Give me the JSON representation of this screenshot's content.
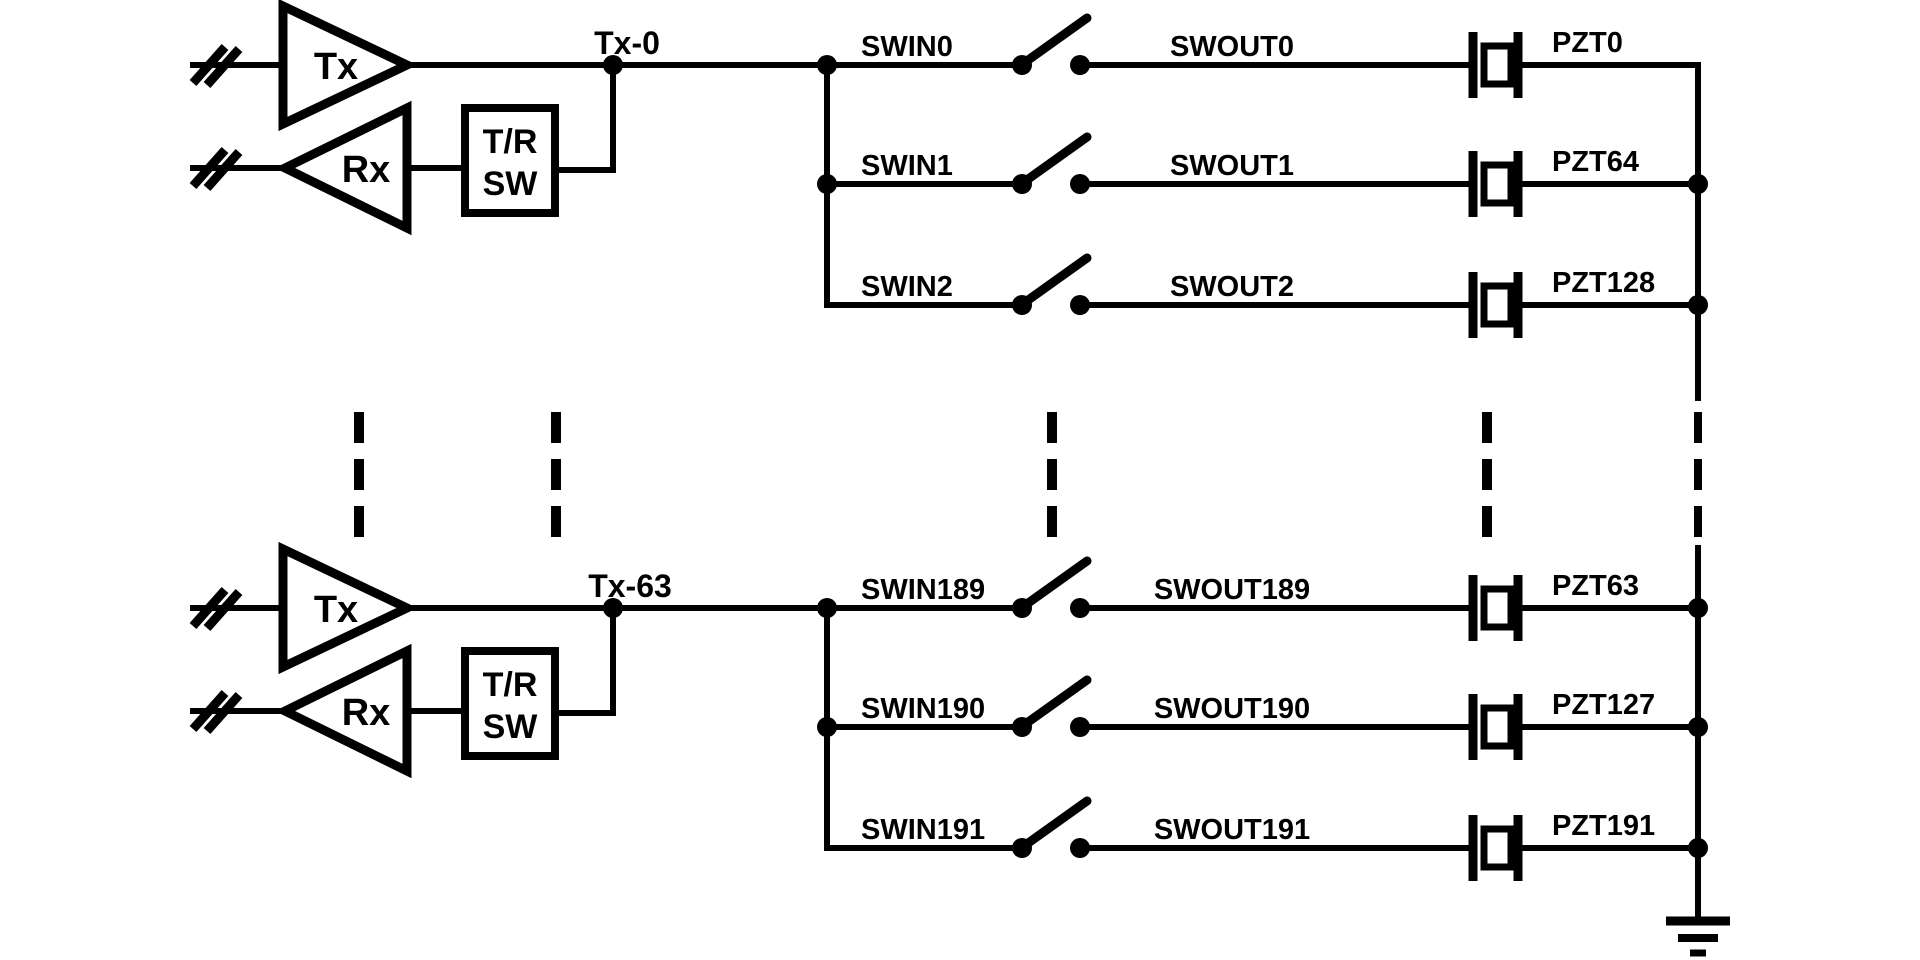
{
  "page": {
    "background_color": "#ffffff",
    "ink_color": "#000000"
  },
  "diagram": {
    "top_block": {
      "tx_label": "Tx",
      "rx_label": "Rx",
      "tr_switch_line1": "T/R",
      "tr_switch_line2": "SW",
      "node_label": "Tx-0",
      "rows": [
        {
          "swin": "SWIN0",
          "swout": "SWOUT0",
          "pzt": "PZT0"
        },
        {
          "swin": "SWIN1",
          "swout": "SWOUT1",
          "pzt": "PZT64"
        },
        {
          "swin": "SWIN2",
          "swout": "SWOUT2",
          "pzt": "PZT128"
        }
      ]
    },
    "bottom_block": {
      "tx_label": "Tx",
      "rx_label": "Rx",
      "tr_switch_line1": "T/R",
      "tr_switch_line2": "SW",
      "node_label": "Tx-63",
      "rows": [
        {
          "swin": "SWIN189",
          "swout": "SWOUT189",
          "pzt": "PZT63"
        },
        {
          "swin": "SWIN190",
          "swout": "SWOUT190",
          "pzt": "PZT127"
        },
        {
          "swin": "SWIN191",
          "swout": "SWOUT191",
          "pzt": "PZT191"
        }
      ]
    }
  }
}
